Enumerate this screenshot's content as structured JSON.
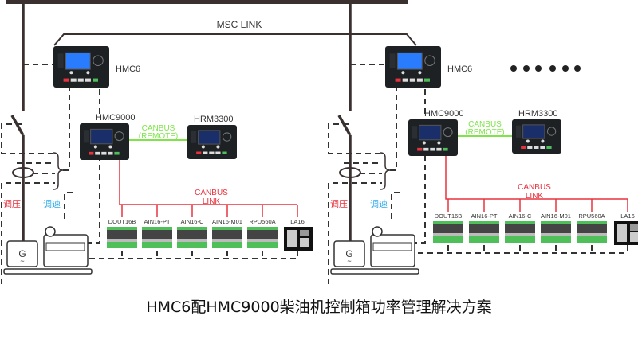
{
  "diagram": {
    "msc_link_label": "MSC LINK",
    "ellipsis": "● ● ● ● ● ●",
    "colors": {
      "busbar": "#3a3030",
      "dashed": "#333333",
      "canbus_link": "#e8323e",
      "canbus_remote": "#7ee44a",
      "voltage_label": "#e8323e",
      "speed_label": "#2ca8e8",
      "module_green": "#4fbf5a"
    },
    "units": [
      {
        "id": "left",
        "master_label": "HMC6",
        "controller_label": "HMC9000",
        "remote_label": "HRM3300",
        "canbus_remote": [
          "CANBUS",
          "(REMOTE)"
        ],
        "canbus_link": [
          "CANBUS",
          "LINK"
        ],
        "voltage_label": "调压",
        "speed_label": "调速",
        "generator_label": "G",
        "modules": [
          "DOUT16B",
          "AIN16-PT",
          "AIN16-C",
          "AIN16-M01",
          "RPU560A",
          "LA16"
        ]
      },
      {
        "id": "right",
        "master_label": "HMC6",
        "controller_label": "HMC9000",
        "remote_label": "HRM3300",
        "canbus_remote": [
          "CANBUS",
          "(REMOTE)"
        ],
        "canbus_link": [
          "CANBUS",
          "LINK"
        ],
        "voltage_label": "调压",
        "speed_label": "调速",
        "generator_label": "G",
        "modules": [
          "DOUT16B",
          "AIN16-PT",
          "AIN16-C",
          "AIN16-M01",
          "RPU560A",
          "LA16"
        ]
      }
    ]
  },
  "caption": "HMC6配HMC9000柴油机控制箱功率管理解决方案"
}
